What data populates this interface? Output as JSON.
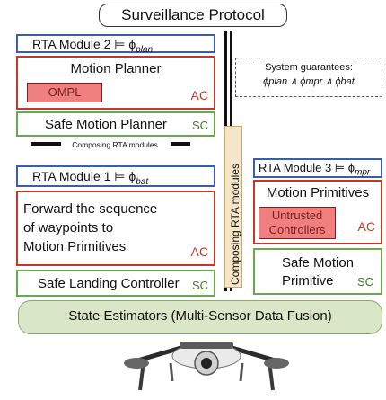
{
  "title": "Surveillance Protocol",
  "module2": {
    "header": "RTA Module 2 ⊨ ϕ",
    "header_sub": "plan",
    "ac_title": "Motion Planner",
    "untrusted": "OMPL",
    "ac_tag": "AC",
    "sc_title": "Safe Motion Planner",
    "sc_tag": "SC"
  },
  "guarantees": {
    "title": "System guarantees:",
    "formula": "ϕplan ∧ ϕmpr ∧ ϕbat"
  },
  "composing_horizontal": "Composing RTA modules",
  "composing_vertical": "Composing RTA modules",
  "module1": {
    "header": "RTA Module 1 ⊨ ϕ",
    "header_sub": "bat",
    "ac_line1": "Forward the sequence",
    "ac_line2": "of waypoints to",
    "ac_line3": "Motion Primitives",
    "ac_tag": "AC",
    "sc_title": "Safe Landing Controller",
    "sc_tag": "SC"
  },
  "module3": {
    "header": "RTA Module 3 ⊨ ϕ",
    "header_sub": "mpr",
    "ac_title": "Motion Primitives",
    "untrusted_line1": "Untrusted",
    "untrusted_line2": "Controllers",
    "ac_tag": "AC",
    "sc_line1": "Safe Motion",
    "sc_line2": "Primitive",
    "sc_tag": "SC"
  },
  "state_estimators": "State Estimators (Multi-Sensor Data Fusion)",
  "colors": {
    "ac": "#c0392b",
    "sc": "#6aa84f",
    "module": "#3b5ea8",
    "state": "#d9e7c8",
    "untrusted": "#f08080"
  }
}
